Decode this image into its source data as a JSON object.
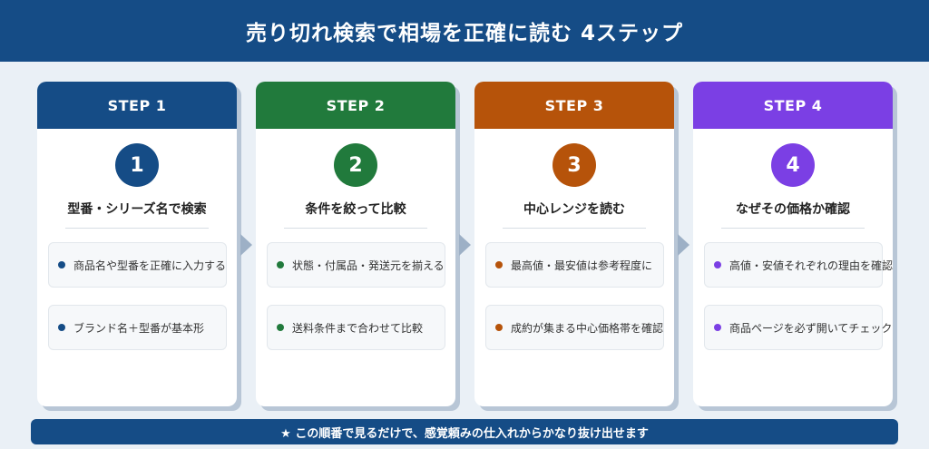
{
  "header": {
    "title": "売り切れ検索で相場を正確に読む 4ステップ"
  },
  "steps": [
    {
      "label": "STEP 1",
      "number": "1",
      "title": "型番・シリーズ名で検索",
      "color": "#154c86",
      "bullets": [
        "商品名や型番を正確に入力する",
        "ブランド名＋型番が基本形"
      ]
    },
    {
      "label": "STEP 2",
      "number": "2",
      "title": "条件を絞って比較",
      "color": "#217a3c",
      "bullets": [
        "状態・付属品・発送元を揃える",
        "送料条件まで合わせて比較"
      ]
    },
    {
      "label": "STEP 3",
      "number": "3",
      "title": "中心レンジを読む",
      "color": "#b6530a",
      "bullets": [
        "最高値・最安値は参考程度に",
        "成約が集まる中心価格帯を確認"
      ]
    },
    {
      "label": "STEP 4",
      "number": "4",
      "title": "なぜその価格か確認",
      "color": "#7b3fe4",
      "bullets": [
        "高値・安値それぞれの理由を確認",
        "商品ページを必ず開いてチェック"
      ]
    }
  ],
  "footer": {
    "text": "★ この順番で見るだけで、感覚頼みの仕入れからかなり抜け出せます"
  }
}
